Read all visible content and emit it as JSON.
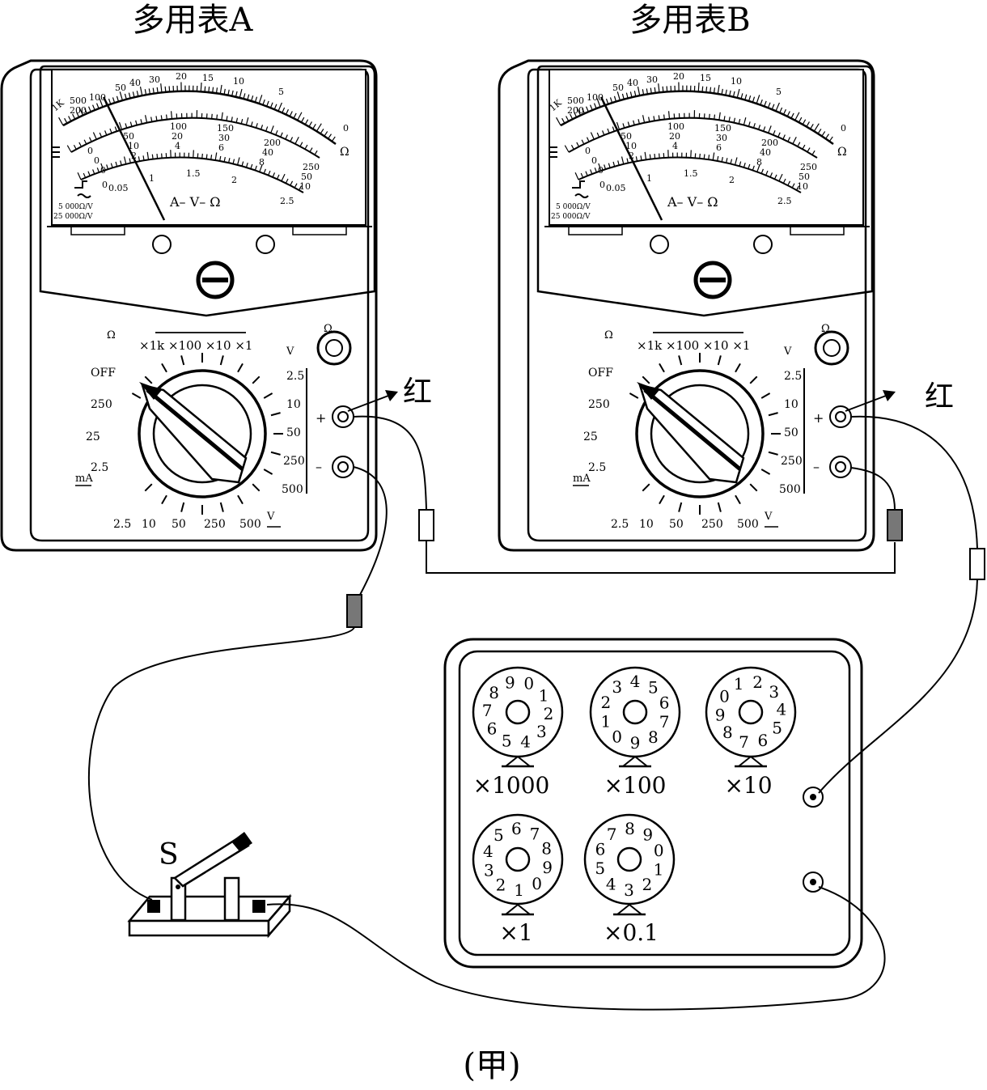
{
  "meters": [
    {
      "title": "多用表A",
      "dial": {
        "ohm_scale": [
          "1K",
          "500",
          "200",
          "100",
          "50",
          "40",
          "30",
          "20",
          "15",
          "10",
          "5",
          "0"
        ],
        "dc_scale": [
          "0",
          "50",
          "100",
          "150",
          "200",
          "250"
        ],
        "dc_scale_mid": [
          "0",
          "10",
          "20",
          "30",
          "40",
          "50"
        ],
        "dc_scale_low": [
          "0",
          "2",
          "4",
          "6",
          "8",
          "10"
        ],
        "ac_scale": [
          "0",
          "0.05",
          "1",
          "1.5",
          "2",
          "2.5"
        ],
        "ohm_symbol": "Ω",
        "center_label": "A– V– Ω",
        "sensitivity_1": "5 000Ω/V",
        "sensitivity_2": "25 000Ω/V"
      },
      "selector": {
        "ohm_label": "Ω",
        "ohm_ranges": "×1k ×100 ×10  ×1",
        "off_label": "OFF",
        "ma_ranges": [
          "250",
          "25",
          "2.5"
        ],
        "ma_label": "mA",
        "dcv_bottom": [
          "2.5",
          "10",
          "50",
          "250",
          "500"
        ],
        "v_label": "V",
        "acv_ranges": [
          "2.5",
          "10",
          "50",
          "250",
          "500"
        ],
        "acv_label": "V"
      },
      "terminals": {
        "plus": "+",
        "minus": "–"
      },
      "probe_label": "红"
    },
    {
      "title": "多用表B",
      "dial": {
        "ohm_scale": [
          "1K",
          "500",
          "200",
          "100",
          "50",
          "40",
          "30",
          "20",
          "15",
          "10",
          "5",
          "0"
        ],
        "dc_scale": [
          "0",
          "50",
          "100",
          "150",
          "200",
          "250"
        ],
        "dc_scale_mid": [
          "0",
          "10",
          "20",
          "30",
          "40",
          "50"
        ],
        "dc_scale_low": [
          "0",
          "2",
          "4",
          "6",
          "8",
          "10"
        ],
        "ac_scale": [
          "0",
          "0.05",
          "1",
          "1.5",
          "2",
          "2.5"
        ],
        "ohm_symbol": "Ω",
        "center_label": "A– V– Ω",
        "sensitivity_1": "5 000Ω/V",
        "sensitivity_2": "25 000Ω/V"
      },
      "selector": {
        "ohm_label": "Ω",
        "ohm_ranges": "×1k ×100 ×10  ×1",
        "off_label": "OFF",
        "ma_ranges": [
          "250",
          "25",
          "2.5"
        ],
        "ma_label": "mA",
        "dcv_bottom": [
          "2.5",
          "10",
          "50",
          "250",
          "500"
        ],
        "v_label": "V",
        "acv_ranges": [
          "2.5",
          "10",
          "50",
          "250",
          "500"
        ],
        "acv_label": "V"
      },
      "terminals": {
        "plus": "+",
        "minus": "–"
      },
      "probe_label": "红"
    }
  ],
  "resistance_box": {
    "knobs": [
      "×1000",
      "×100",
      "×10",
      "×1",
      "×0.1"
    ]
  },
  "switch_label": "S",
  "caption": "(甲)"
}
